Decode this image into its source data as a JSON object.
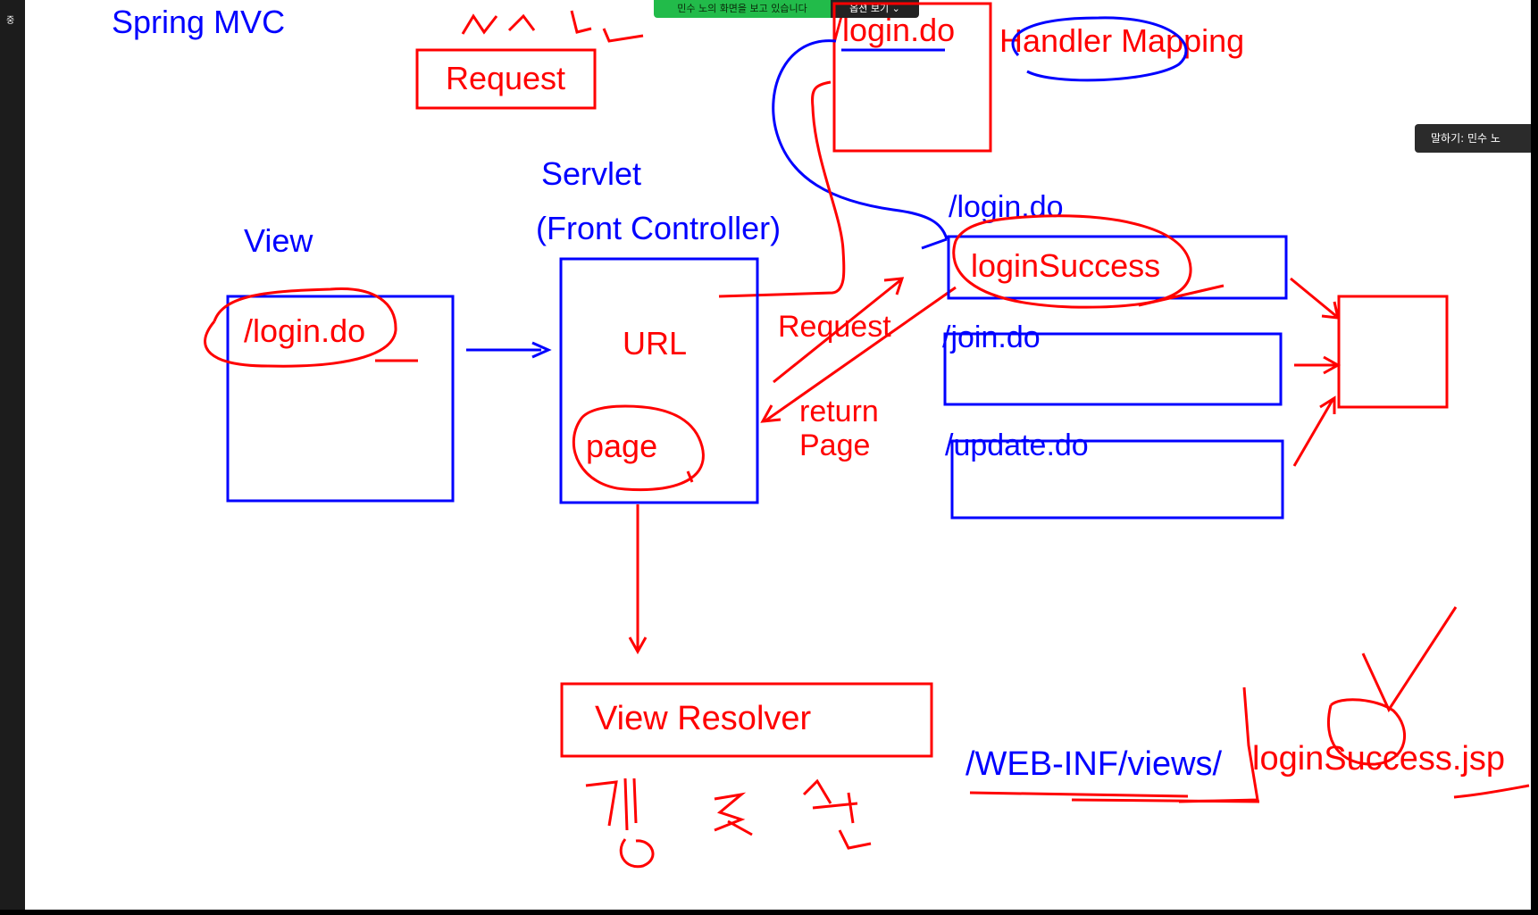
{
  "sharing_banner": {
    "status_text": "민수 노의 화면을 보고 있습니다",
    "options_label": "옵션 보기 ⌄"
  },
  "side_indicator": "중",
  "speaker_tag": "말하기: 민수 노",
  "whiteboard": {
    "title": "Spring MVC",
    "request_box_label": "Request",
    "handler_box_label": "/login.do",
    "handler_mapping_label": "Handler Mapping",
    "servlet_label": "Servlet",
    "front_controller_label": "(Front Controller)",
    "view_label": "View",
    "view_box_url": "/login.do",
    "servlet_url_label": "URL",
    "servlet_page_label": "page",
    "request_arrow_label": "Request",
    "return_label_line1": "return",
    "return_label_line2": "Page",
    "mapping_entries": [
      {
        "url": "/login.do",
        "method": "loginSuccess"
      },
      {
        "url": "/join.do",
        "method": ""
      },
      {
        "url": "/update.do",
        "method": ""
      }
    ],
    "view_resolver_label": "View Resolver",
    "view_path_prefix": "/WEB-INF/views/",
    "view_path_file": "loginSuccess.jsp"
  },
  "colors": {
    "pen_red": "#ff0000",
    "pen_blue": "#0000ff",
    "banner_green": "#22bb4a"
  }
}
